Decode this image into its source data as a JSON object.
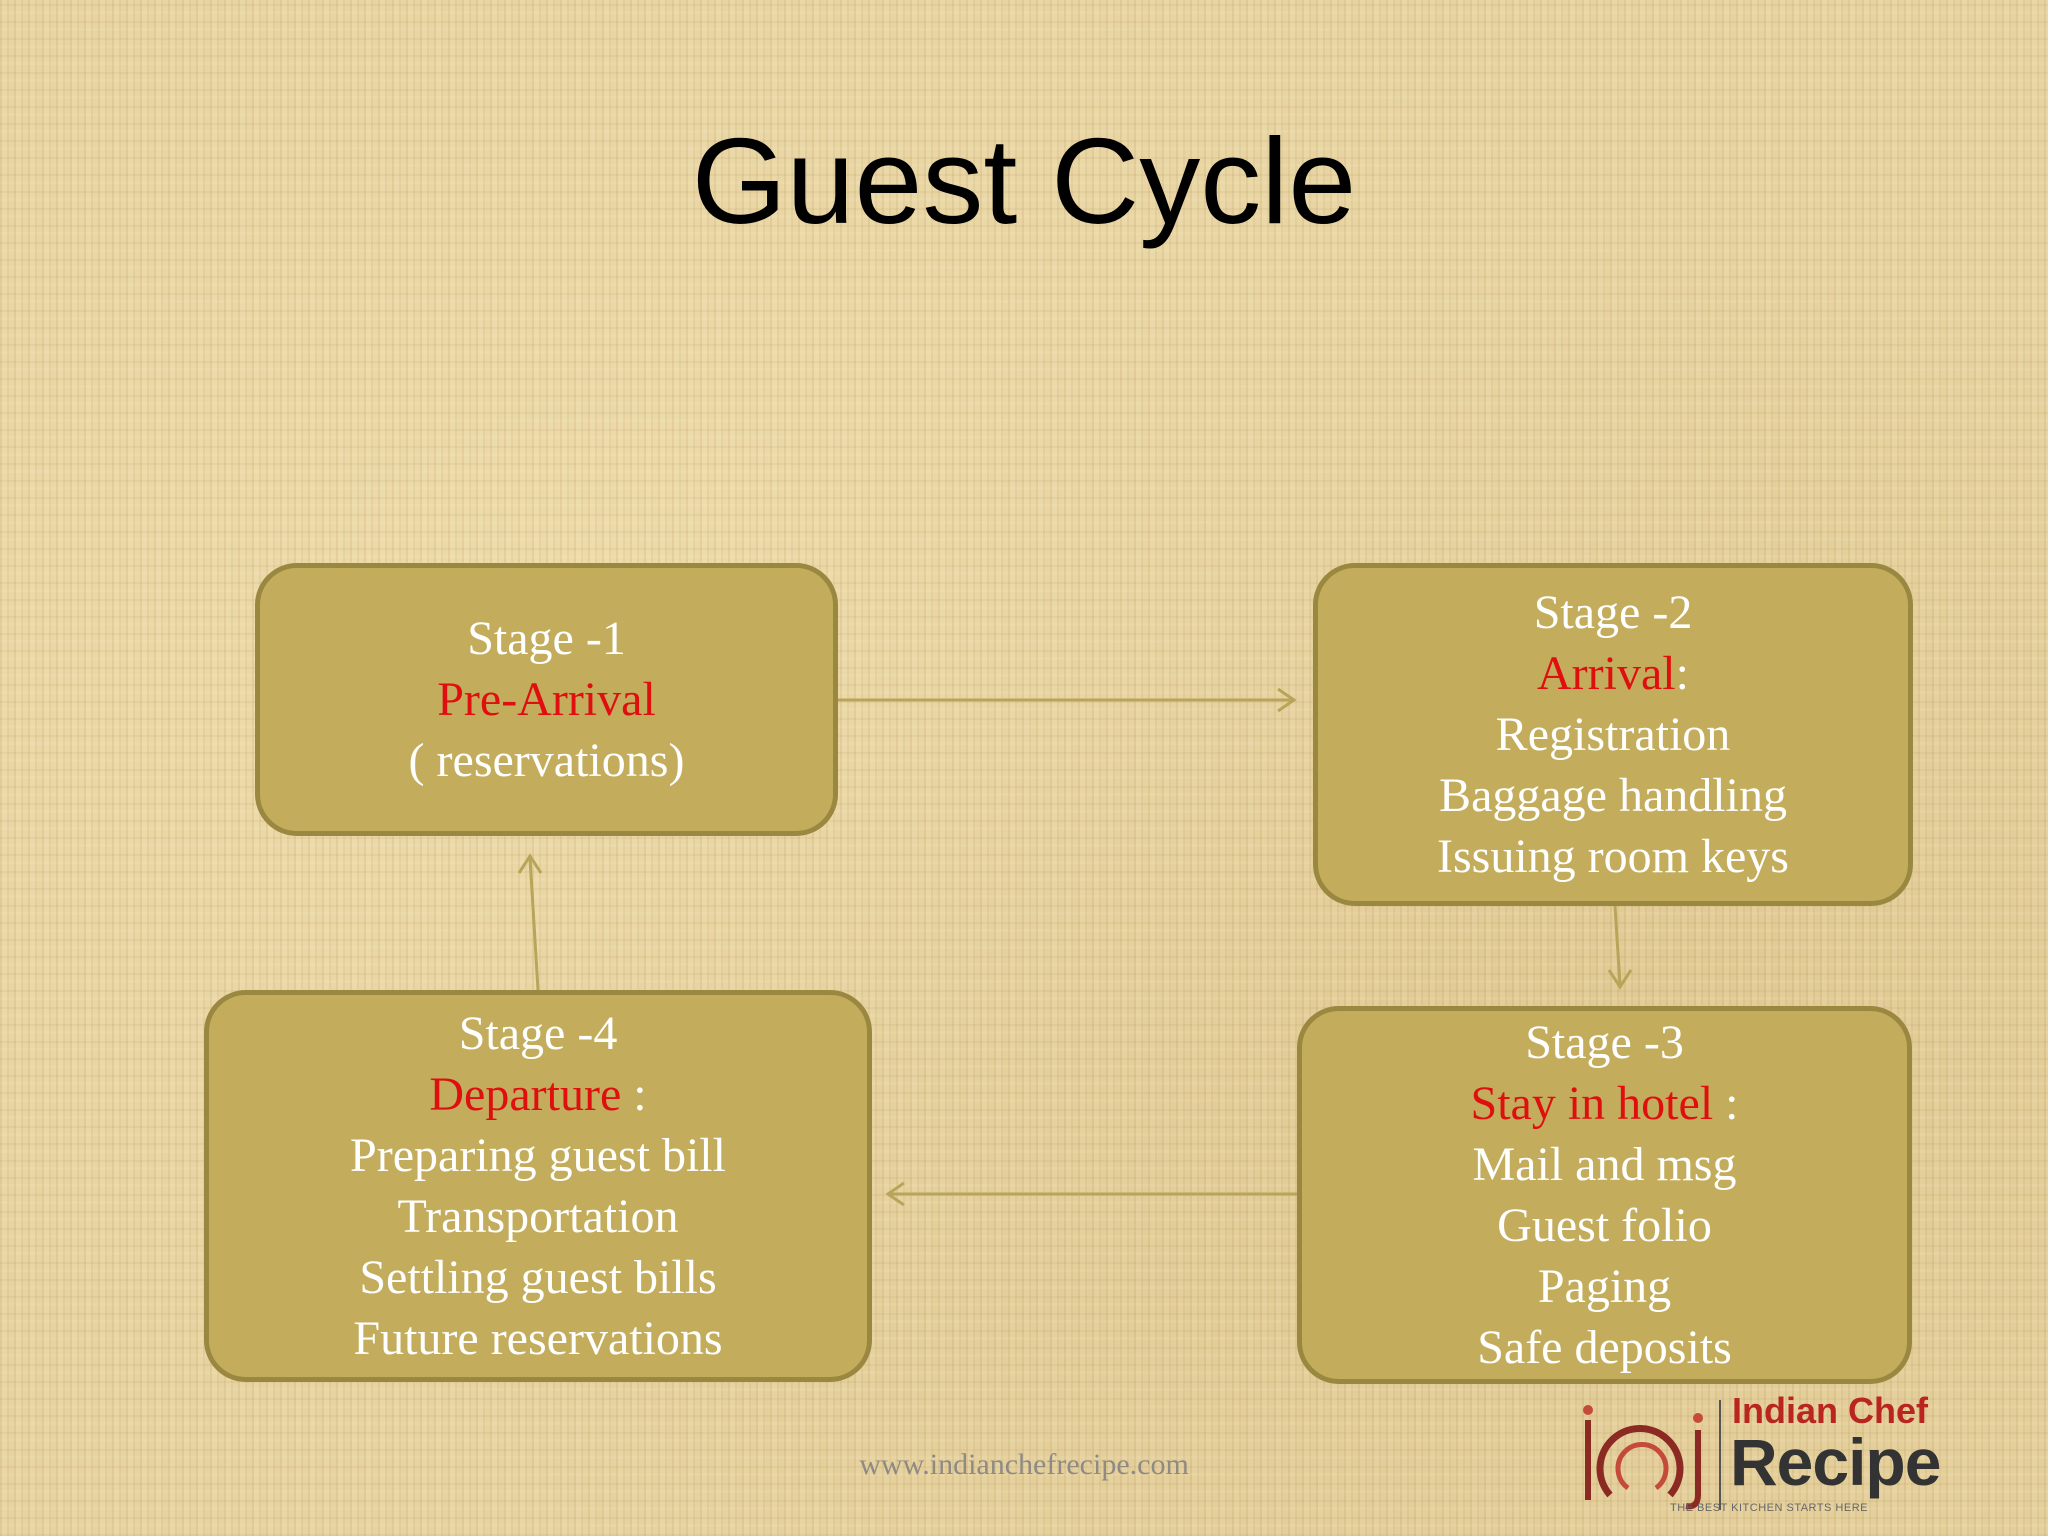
{
  "title": "Guest Cycle",
  "stages": [
    {
      "label": "Stage -1",
      "heading": "Pre-Arrival",
      "heading_suffix": "",
      "items": [
        "( reservations)"
      ]
    },
    {
      "label": "Stage -2",
      "heading": "Arrival",
      "heading_suffix": ":",
      "items": [
        "Registration",
        "Baggage handling",
        "Issuing room keys"
      ]
    },
    {
      "label": "Stage -3",
      "heading": "Stay in hotel",
      "heading_suffix": " :",
      "items": [
        "Mail and msg",
        "Guest folio",
        "Paging",
        "Safe deposits"
      ]
    },
    {
      "label": "Stage -4",
      "heading": "Departure",
      "heading_suffix": " :",
      "items": [
        "Preparing guest bill",
        "Transportation",
        "Settling guest bills",
        "Future reservations"
      ]
    }
  ],
  "footer": "www.indianchefrecipe.com",
  "logo": {
    "line1": "Indian Chef",
    "line2": "Recipe",
    "tagline": "THE BEST KITCHEN STARTS HERE"
  },
  "colors": {
    "box_fill": "#c3ad5c",
    "box_border": "#9a8840",
    "highlight": "#e00f0f",
    "text": "#ffffff",
    "arrow": "#b8a55a"
  },
  "icons": [
    "arrow-right-icon",
    "arrow-down-icon",
    "arrow-left-icon",
    "arrow-up-icon"
  ]
}
